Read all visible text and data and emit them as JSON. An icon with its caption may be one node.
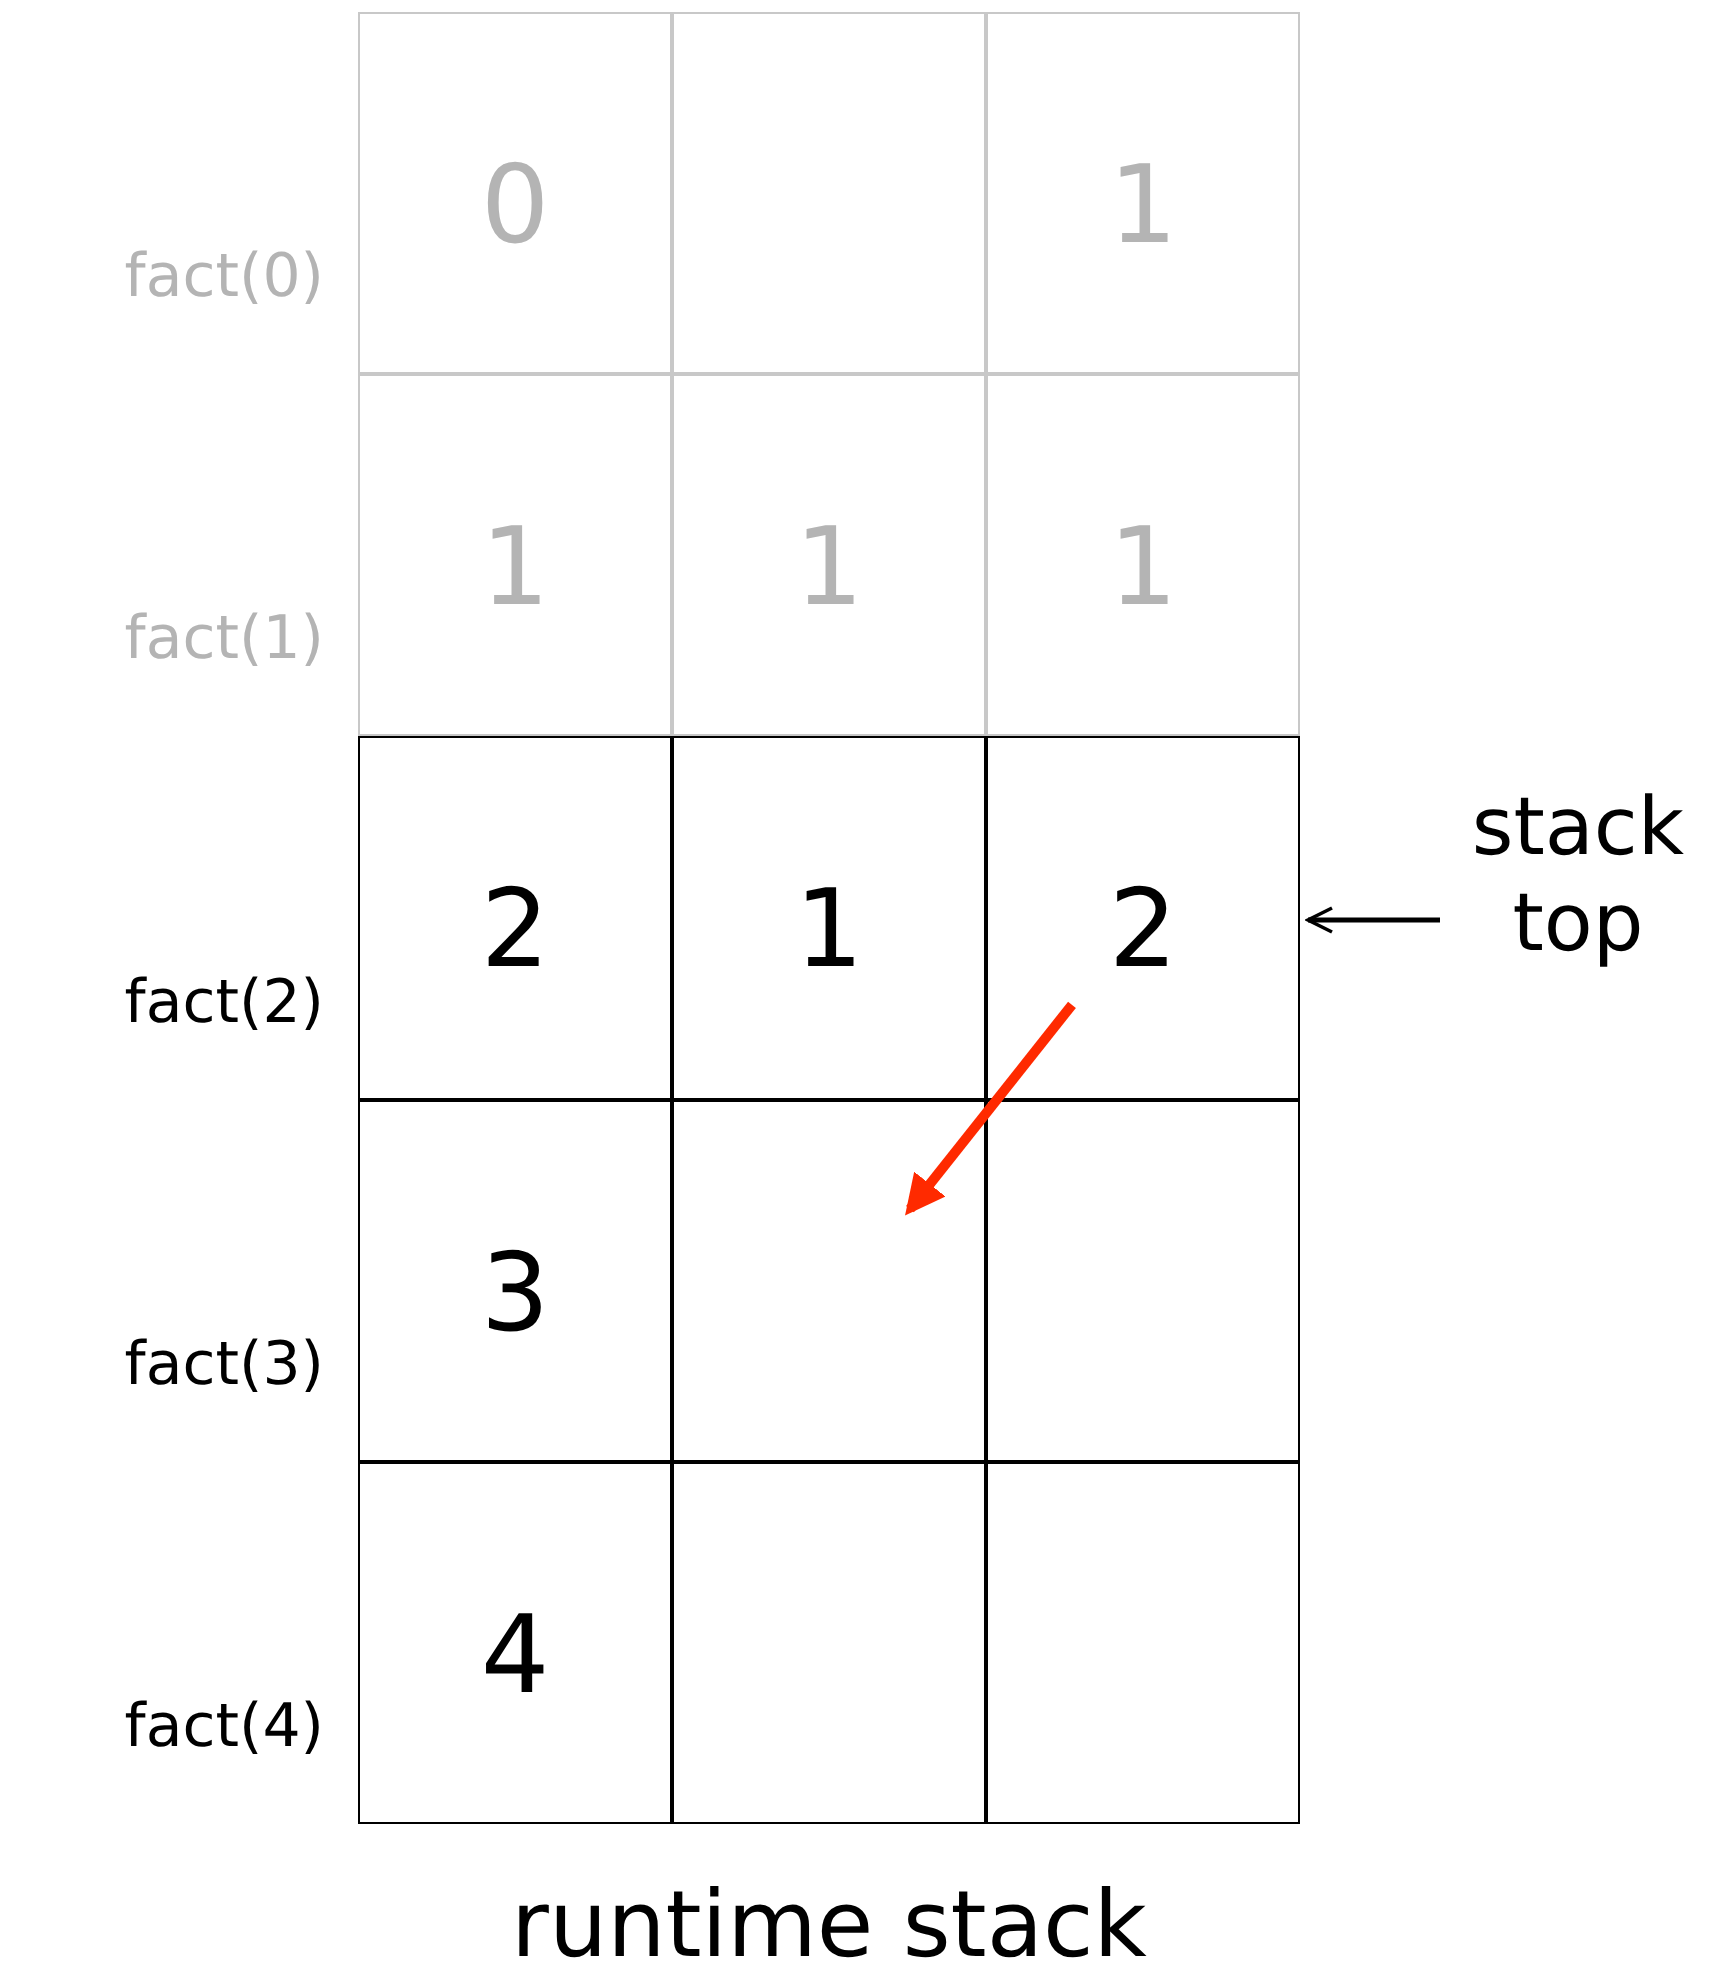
{
  "diagram": {
    "caption": "runtime stack",
    "nodes": [
      {
        "text": [
          "0"
        ],
        "beside": [
          "fact(0)"
        ]
      },
      {
        "text": [],
        "shape": "box"
      },
      {
        "text": [
          "1"
        ]
      },
      {
        "text": [
          "1"
        ],
        "beside": [
          "fact(1)"
        ]
      },
      {
        "text": [
          "1"
        ]
      },
      {
        "text": [
          "1"
        ]
      },
      {
        "text": [
          "2"
        ],
        "beside": [
          "fact(2)"
        ]
      },
      {
        "text": [
          "1"
        ]
      },
      {
        "text": [
          "2"
        ]
      },
      {
        "text": [
          "3"
        ],
        "beside": [
          "fact(3)"
        ]
      },
      {
        "text": [],
        "shape": "box"
      },
      {
        "text": [],
        "shape": "box"
      },
      {
        "text": [
          "4"
        ],
        "beside": [
          "fact(4)"
        ]
      },
      {
        "text": [],
        "shape": "box"
      },
      {
        "text": [],
        "shape": "box"
      },
      {
        "text": [
          "stack top"
        ]
      }
    ],
    "edges": [
      {
        "from": 8,
        "to": 10,
        "arrow": "to",
        "color": "#ff2a00",
        "style": "thick"
      },
      {
        "from": 15,
        "to": 8,
        "arrow": "to",
        "color": "#000000"
      }
    ]
  }
}
